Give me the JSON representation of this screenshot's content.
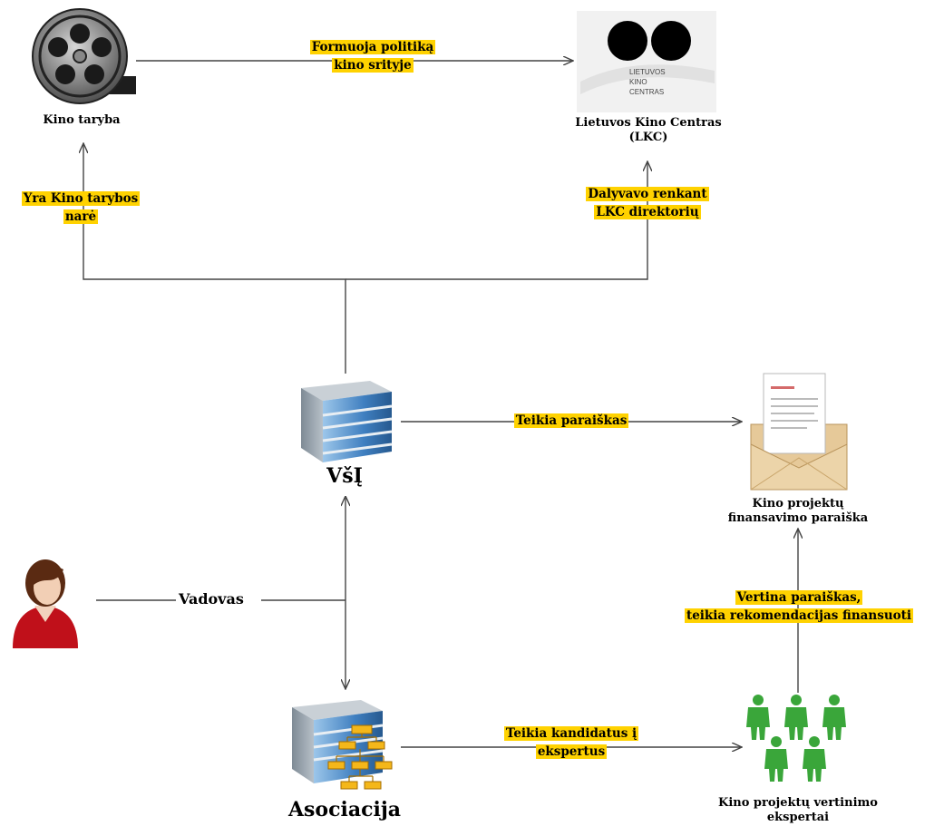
{
  "nodes": {
    "kino_taryba": "Kino taryba",
    "lkc_line1": "Lietuvos Kino Centras",
    "lkc_line2": "(LKC)",
    "lkc_logo_line1": "LIETUVOS",
    "lkc_logo_line2": "KINO",
    "lkc_logo_line3": "CENTRAS",
    "vsi": "VšĮ",
    "paraiska_line1": "Kino projektų",
    "paraiska_line2": "finansavimo paraiška",
    "asociacija": "Asociacija",
    "ekspertai_line1": "Kino projektų vertinimo",
    "ekspertai_line2": "ekspertai"
  },
  "edges": {
    "formuoja_line1": "Formuoja politiką",
    "formuoja_line2": "kino srityje",
    "yra_line1": "Yra Kino tarybos",
    "yra_line2": "narė",
    "dalyvavo_line1": "Dalyvavo renkant",
    "dalyvavo_line2": "LKC direktorių",
    "teikia_paraiskas": "Teikia paraiškas",
    "vadovas": "Vadovas",
    "vertina_line1": "Vertina paraiškas,",
    "vertina_line2": "teikia rekomendacijas finansuoti",
    "kandidatus_line1": "Teikia kandidatus į",
    "kandidatus_line2": "ekspertus"
  },
  "colors": {
    "highlight": "#ffd200",
    "line": "#444444",
    "person_red": "#c0101a",
    "expert_green": "#3aa63a",
    "building_blue": "#6fa8d8"
  }
}
